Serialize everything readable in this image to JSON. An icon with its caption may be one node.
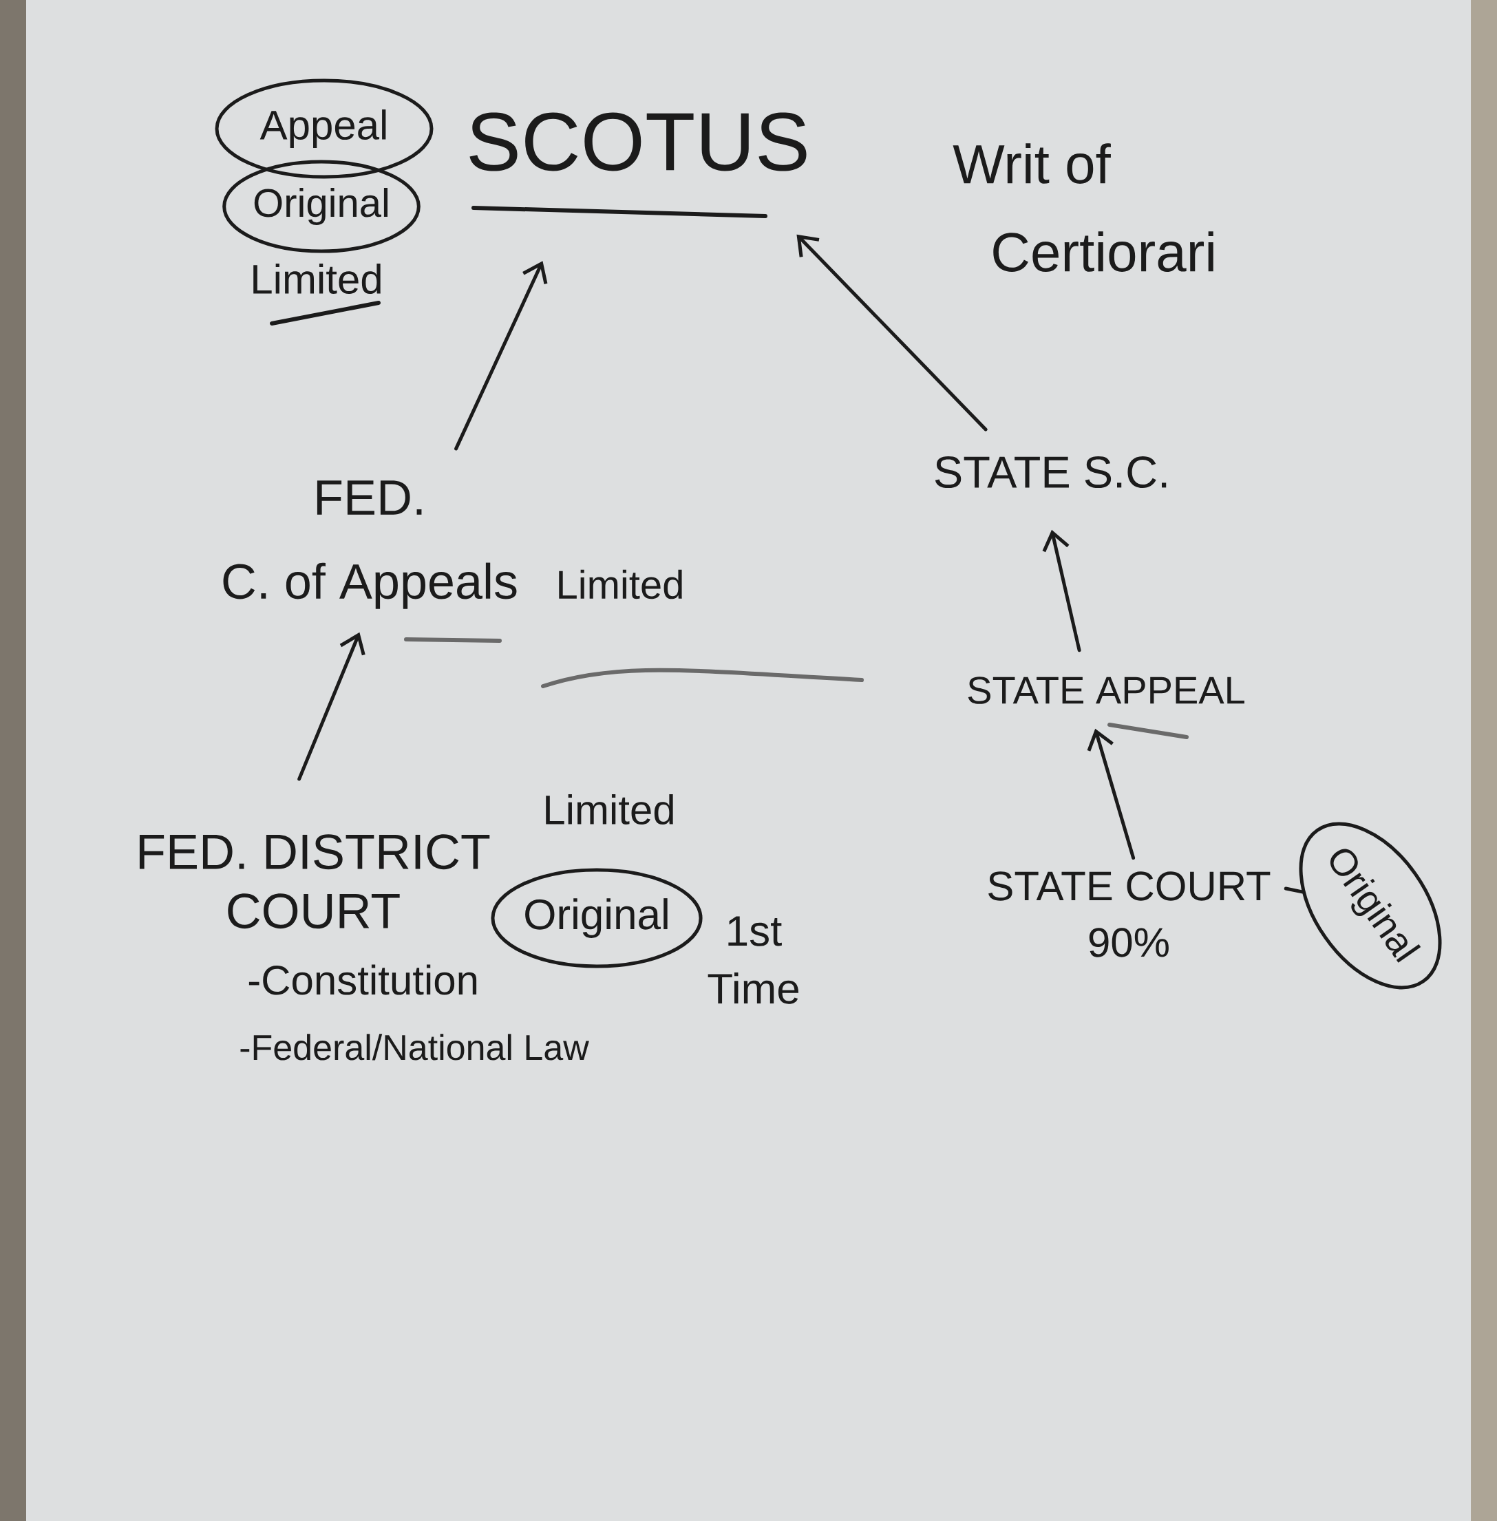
{
  "diagram": {
    "nodes": [
      {
        "text": [
          "Appeal"
        ]
      },
      {
        "text": [
          "Original"
        ]
      },
      {
        "text": [
          "SCOTUS"
        ]
      },
      {
        "text": [
          "FED. C. of Appeals"
        ],
        "beside": [
          "Limited"
        ]
      },
      {
        "text": [
          "STATE S.C."
        ]
      },
      {
        "text": [
          "STATE APPEAL"
        ]
      },
      {
        "text": [
          "FED. DISTRICT COURT"
        ],
        "beside": [
          "Limited",
          "-Constitution",
          "-Federal/National Law"
        ]
      },
      {
        "text": [
          "Original"
        ],
        "beside": [
          "1st Time"
        ]
      },
      {
        "text": [
          "STATE COURT",
          "90%"
        ]
      },
      {
        "text": [
          "Original"
        ]
      }
    ],
    "edges": [
      {
        "from": 6,
        "to": 3,
        "arrow": "to"
      },
      {
        "from": 3,
        "to": 2,
        "arrow": "to"
      },
      {
        "from": 4,
        "to": 2,
        "arrow": "to"
      },
      {
        "from": 5,
        "to": 4,
        "arrow": "to"
      },
      {
        "from": 8,
        "to": 5,
        "arrow": "to"
      },
      {
        "from": 8,
        "to": 9,
        "arrow": "none"
      }
    ],
    "labels": [
      "Limited",
      "Writ of Certiorari"
    ]
  }
}
